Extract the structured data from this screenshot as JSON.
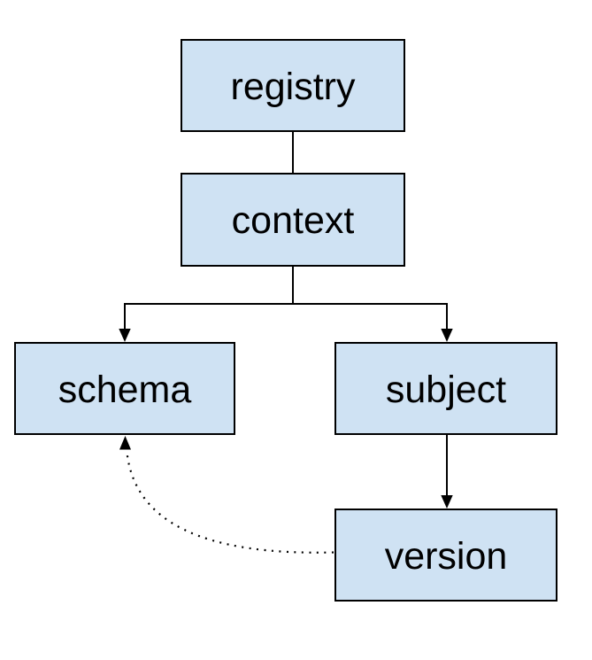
{
  "diagram": {
    "type": "hierarchy",
    "background": "#ffffff",
    "colors": {
      "node_fill": "#cfe2f3",
      "node_border": "#000000",
      "connector": "#000000",
      "label_text": "#000000"
    },
    "nodes": [
      {
        "id": "registry",
        "label": "registry"
      },
      {
        "id": "context",
        "label": "context"
      },
      {
        "id": "schema",
        "label": "schema"
      },
      {
        "id": "subject",
        "label": "subject"
      },
      {
        "id": "version",
        "label": "version"
      }
    ],
    "edges": [
      {
        "from": "registry",
        "to": "context",
        "line": "solid",
        "arrow": "none"
      },
      {
        "from": "context",
        "to": "schema",
        "line": "solid",
        "arrow": "end"
      },
      {
        "from": "context",
        "to": "subject",
        "line": "solid",
        "arrow": "end"
      },
      {
        "from": "subject",
        "to": "version",
        "line": "solid",
        "arrow": "end"
      },
      {
        "from": "version",
        "to": "schema",
        "line": "dotted",
        "arrow": "end"
      }
    ]
  }
}
